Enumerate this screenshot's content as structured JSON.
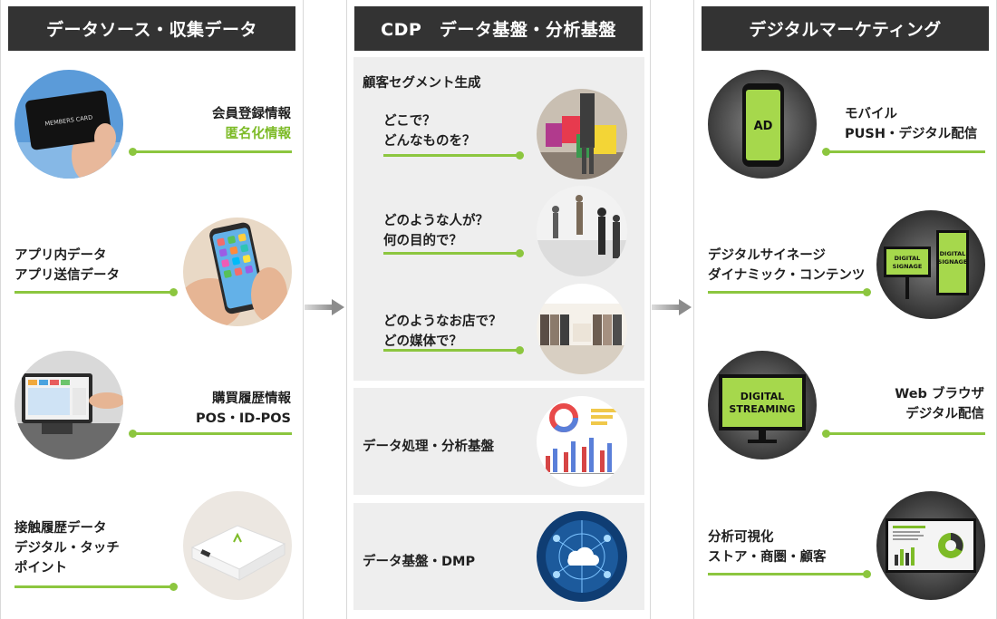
{
  "headers": {
    "col1": "データソース・収集データ",
    "col2": "CDP　データ基盤・分析基盤",
    "col3": "デジタルマーケティング"
  },
  "sources": [
    {
      "line1": "会員登録情報",
      "line2": "匿名化情報",
      "card_text": "MEMBERS CARD"
    },
    {
      "line1": "アプリ内データ",
      "line2": "アプリ送信データ"
    },
    {
      "line1": "購買履歴情報",
      "line2": "POS・ID-POS"
    },
    {
      "line1": "接触履歴データ",
      "line2": "デジタル・タッチ",
      "line3": "ポイント"
    }
  ],
  "cdp": {
    "segment_title": "顧客セグメント生成",
    "segments": [
      {
        "line1": "どこで？",
        "line2": "どんなものを？"
      },
      {
        "line1": "どのような人が？",
        "line2": "何の目的で？"
      },
      {
        "line1": "どのようなお店で？",
        "line2": "どの媒体で？"
      }
    ],
    "processing": "データ処理・分析基盤",
    "dmp": "データ基盤・DMP"
  },
  "marketing": [
    {
      "line1": "モバイル",
      "line2": "PUSH・デジタル配信",
      "screen_text": "AD"
    },
    {
      "line1": "デジタルサイネージ",
      "line2": "ダイナミック・コンテンツ",
      "sign_line1": "DIGITAL",
      "sign_line2": "SIGNAGE"
    },
    {
      "line1": "Web ブラウザ",
      "line2": "デジタル配信",
      "screen_line1": "DIGITAL",
      "screen_line2": "STREAMING"
    },
    {
      "line1": "分析可視化",
      "line2": "ストア・商圏・顧客"
    }
  ],
  "colors": {
    "header_bg": "#333333",
    "accent_green": "#8cc63f",
    "panel_bg": "#eeeeee"
  }
}
